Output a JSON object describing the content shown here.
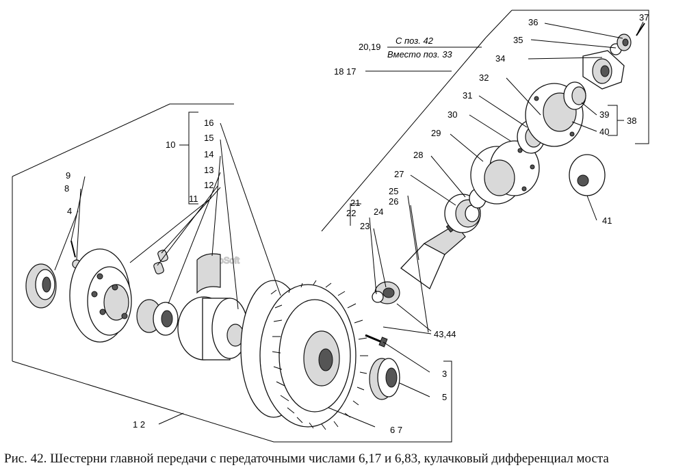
{
  "watermark": "AutoSoft",
  "caption": "Рис. 42. Шестерни главной передачи с передаточными числами 6,17 и 6,83, кулачковый дифференциал моста",
  "note": {
    "positions": "20,19",
    "line1": "С поз. 42",
    "line2": "Вместо поз. 33"
  },
  "callouts": {
    "c1_2": "1 2",
    "c3": "3",
    "c4": "4",
    "c5": "5",
    "c6_7": "6 7",
    "c8": "8",
    "c9": "9",
    "c10": "10",
    "c11": "11",
    "c12": "12",
    "c13": "13",
    "c14": "14",
    "c15": "15",
    "c16": "16",
    "c17_18": "18 17",
    "c21": "21",
    "c22": "22",
    "c23": "23",
    "c24": "24",
    "c25": "25",
    "c26": "26",
    "c27": "27",
    "c28": "28",
    "c29": "29",
    "c30": "30",
    "c31": "31",
    "c32": "32",
    "c34": "34",
    "c35": "35",
    "c36": "36",
    "c37": "37",
    "c38": "38",
    "c39": "39",
    "c40": "40",
    "c41": "41",
    "c43_44": "43,44"
  }
}
